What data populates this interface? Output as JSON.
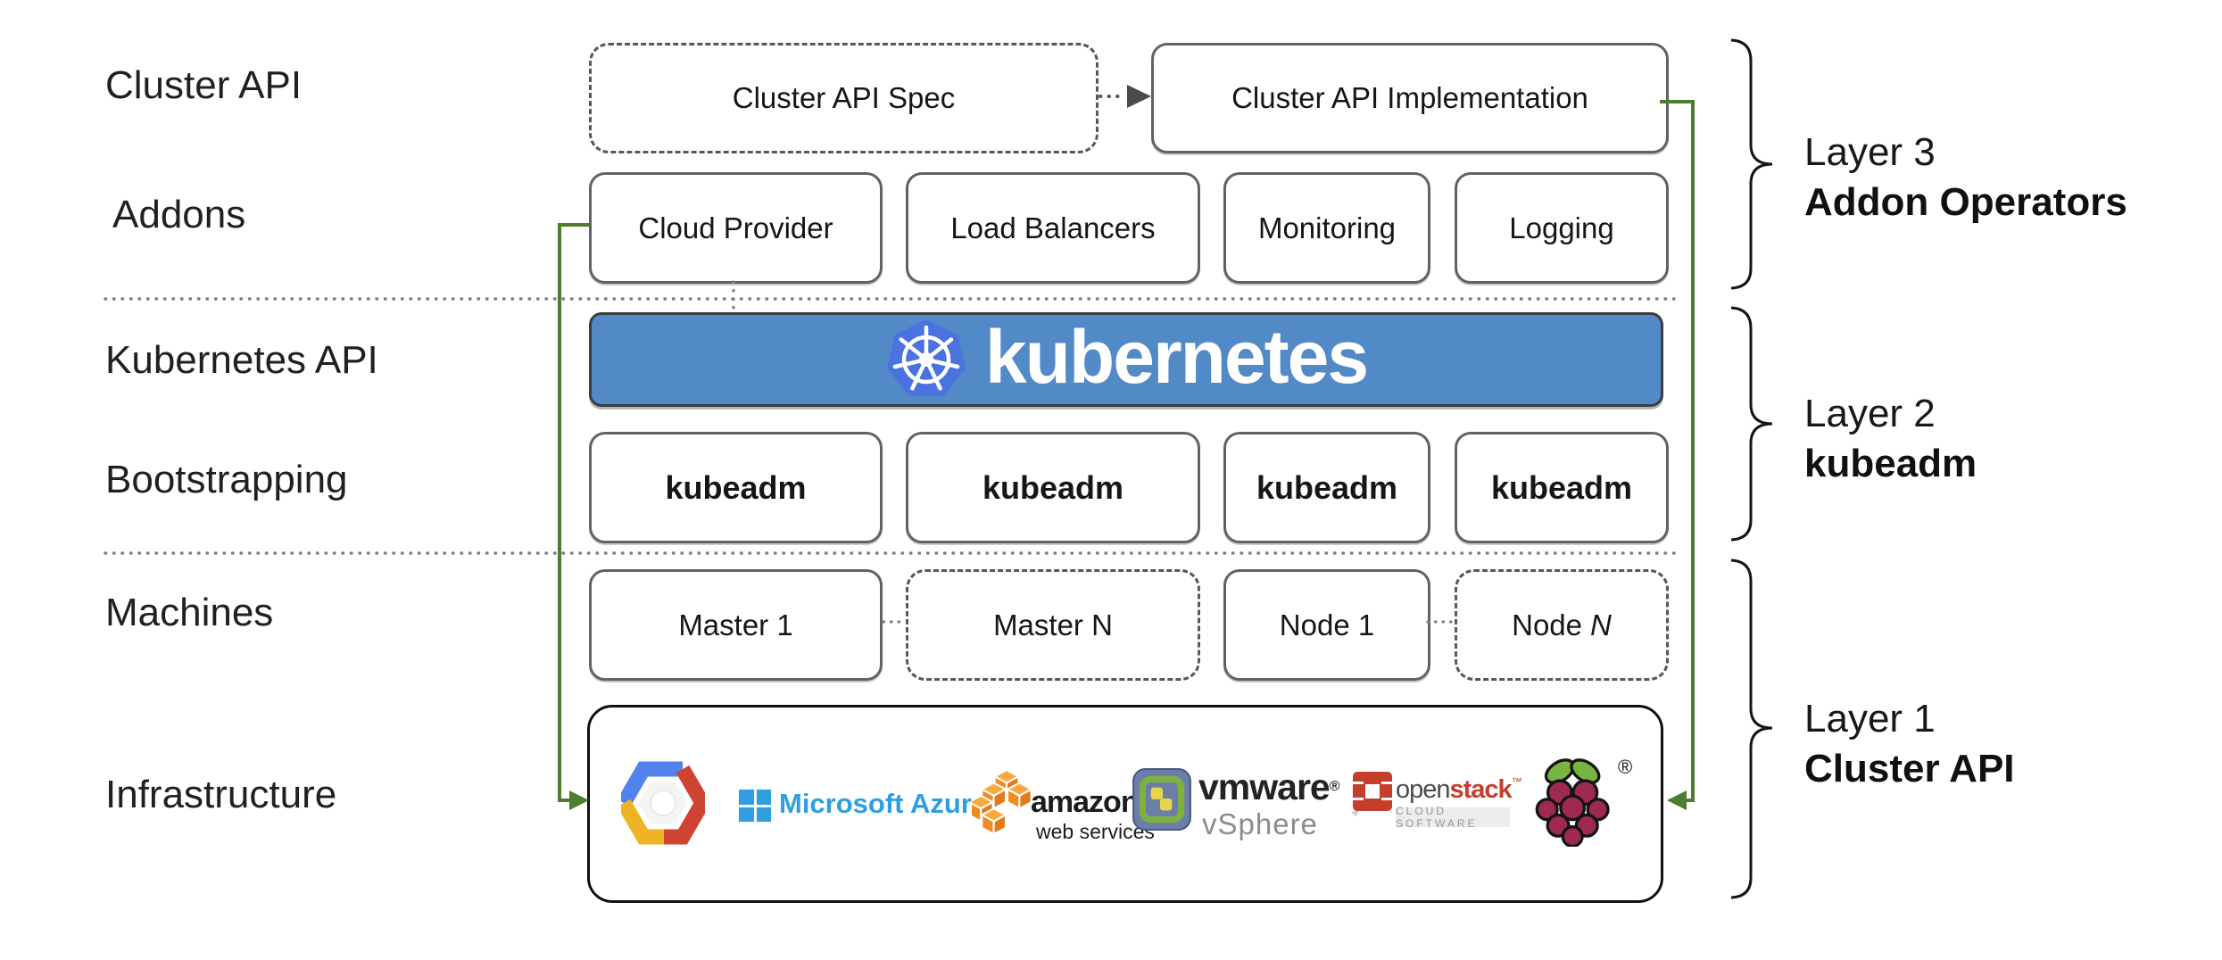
{
  "row_labels": [
    {
      "label": "Cluster API"
    },
    {
      "label": "Addons"
    },
    {
      "label": "Kubernetes API"
    },
    {
      "label": "Bootstrapping"
    },
    {
      "label": "Machines"
    },
    {
      "label": "Infrastructure"
    }
  ],
  "top_row": {
    "spec_label": "Cluster API Spec",
    "impl_label": "Cluster API Implementation"
  },
  "addons_row": {
    "boxes": [
      {
        "label": "Cloud Provider"
      },
      {
        "label": "Load Balancers"
      },
      {
        "label": "Monitoring"
      },
      {
        "label": "Logging"
      }
    ]
  },
  "kubernetes_banner": {
    "wordmark": "kubernetes"
  },
  "bootstrapping_row": {
    "boxes": [
      {
        "label": "kubeadm"
      },
      {
        "label": "kubeadm"
      },
      {
        "label": "kubeadm"
      },
      {
        "label": "kubeadm"
      }
    ]
  },
  "machines_row": {
    "boxes": [
      {
        "label": "Master 1"
      },
      {
        "label": "Master N"
      },
      {
        "label": "Node 1"
      },
      {
        "label": "Node",
        "suffix": "N"
      }
    ]
  },
  "infrastructure_row": {
    "azure": {
      "text": "Microsoft Azure"
    },
    "aws": {
      "line1": "amazon",
      "line2": "web services"
    },
    "vmware": {
      "brand": "vmware",
      "mark": "®",
      "product": "vSphere"
    },
    "openstack": {
      "brand_open": "open",
      "brand_stack": "stack",
      "mark": "™",
      "tagline": "CLOUD SOFTWARE"
    },
    "raspberry_pi": {
      "mark": "®"
    }
  },
  "layer_labels": [
    {
      "line1": "Layer 3",
      "line2": "Addon Operators"
    },
    {
      "line1": "Layer 2",
      "line2": "kubeadm"
    },
    {
      "line1": "Layer 1",
      "line2": "Cluster API"
    }
  ],
  "colors": {
    "banner_blue": "#5289c7",
    "k8s_logo_blue": "#4a73e0",
    "connector_green": "#4e7d2f",
    "box_border_gray": "#5f6267",
    "azure_blue": "#2f9fe1",
    "aws_orange": "#f09522",
    "vmware_slate": "#6b7ea8",
    "openstack_red": "#c53e2c",
    "raspberry_crimson": "#9e2a50",
    "leaf_green": "#78b43f"
  }
}
